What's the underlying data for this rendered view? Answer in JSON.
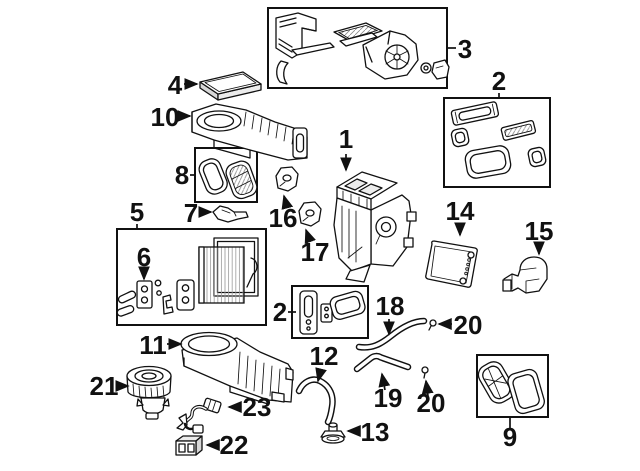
{
  "diagram": {
    "background": "#ffffff",
    "line_color": "#111111",
    "shade_color": "#d7d7d7",
    "callouts": {
      "c1": "1",
      "c2_upper": "2",
      "c2_lower": "2",
      "c3": "3",
      "c4": "4",
      "c5": "5",
      "c6": "6",
      "c7": "7",
      "c8": "8",
      "c9": "9",
      "c10": "10",
      "c11": "11",
      "c12": "12",
      "c13": "13",
      "c14": "14",
      "c15": "15",
      "c16": "16",
      "c17": "17",
      "c18": "18",
      "c19": "19",
      "c20_upper": "20",
      "c20_lower": "20",
      "c21": "21",
      "c22": "22",
      "c23": "23"
    }
  }
}
